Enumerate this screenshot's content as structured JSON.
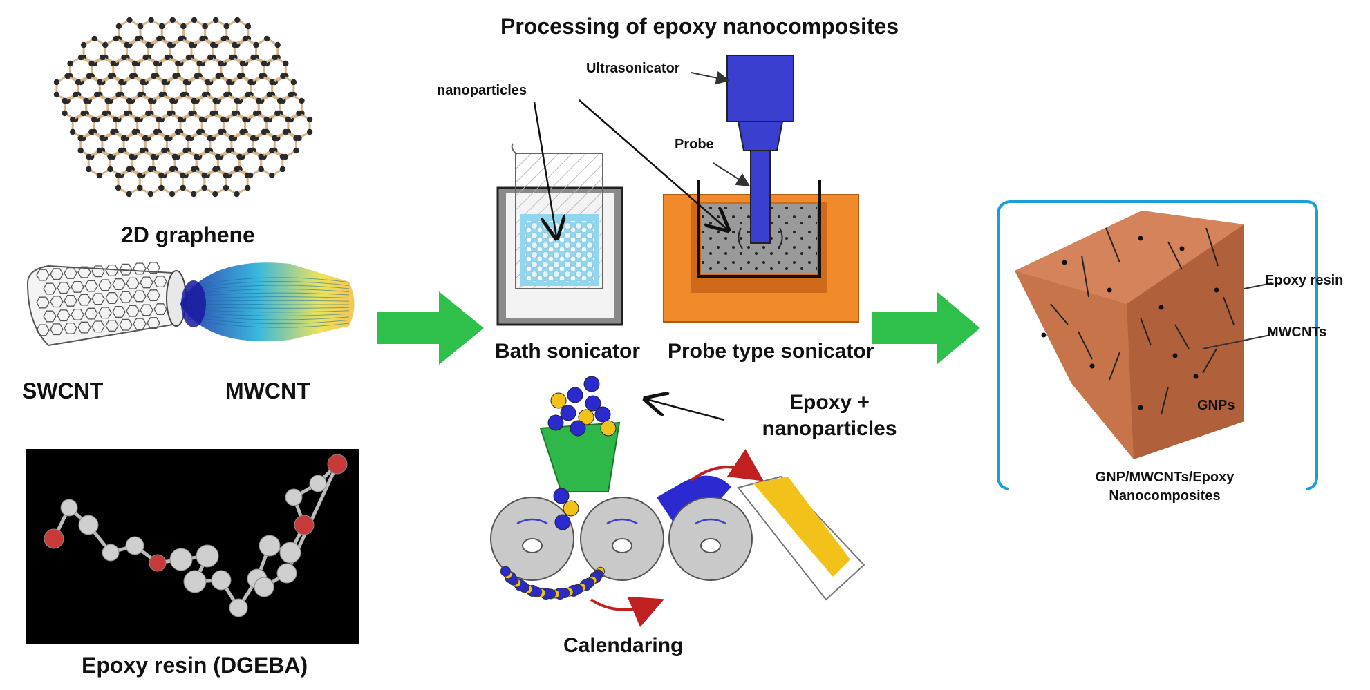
{
  "labels": {
    "graphene": "2D graphene",
    "swcnt": "SWCNT",
    "mwcnt": "MWCNT",
    "epoxy_resin_dgeba": "Epoxy resin (DGEBA)",
    "processing_title": "Processing of epoxy nanocomposites",
    "ultrasonicator": "Ultrasonicator",
    "nanoparticles": "nanoparticles",
    "probe": "Probe",
    "bath_sonicator": "Bath sonicator",
    "probe_type_sonicator": "Probe type sonicator",
    "epoxy_plus_line1": "Epoxy +",
    "epoxy_plus_line2": "nanoparticles",
    "calendaring": "Calendaring",
    "cube_epoxy_resin": "Epoxy resin",
    "cube_mwcnts": "MWCNTs",
    "cube_gnps": "GNPs",
    "result_line1": "GNP/MWCNTs/Epoxy",
    "result_line2": "Nanocomposites"
  },
  "colors": {
    "flow_arrow": "#2ec04a",
    "sonicator_body": "#3a3fd0",
    "heater": "#f08a2a",
    "liquid": "#8fd6ee",
    "cube": "#c8744a",
    "bracket": "#1a9fd8",
    "hopper": "#2fb84a",
    "roller": "#c9c9c9",
    "epoxy_blue": "#2a2ad0",
    "epoxy_yellow": "#f2c21a"
  }
}
